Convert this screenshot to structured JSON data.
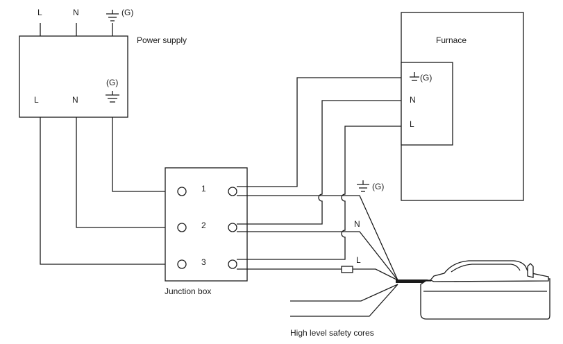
{
  "power_supply": {
    "label": "Power supply",
    "input_terminals": [
      "L",
      "N"
    ],
    "input_ground": "(G)",
    "output_terminals": [
      "L",
      "N"
    ],
    "output_ground": "(G)"
  },
  "furnace": {
    "label": "Furnace",
    "terminals": [
      "N",
      "L"
    ],
    "ground": "(G)"
  },
  "junction_box": {
    "label": "Junction box",
    "terminals": [
      "1",
      "2",
      "3"
    ]
  },
  "cable_cores": {
    "ground": "(G)",
    "neutral": "N",
    "live": "L"
  },
  "caption_cores": "High level safety cores"
}
